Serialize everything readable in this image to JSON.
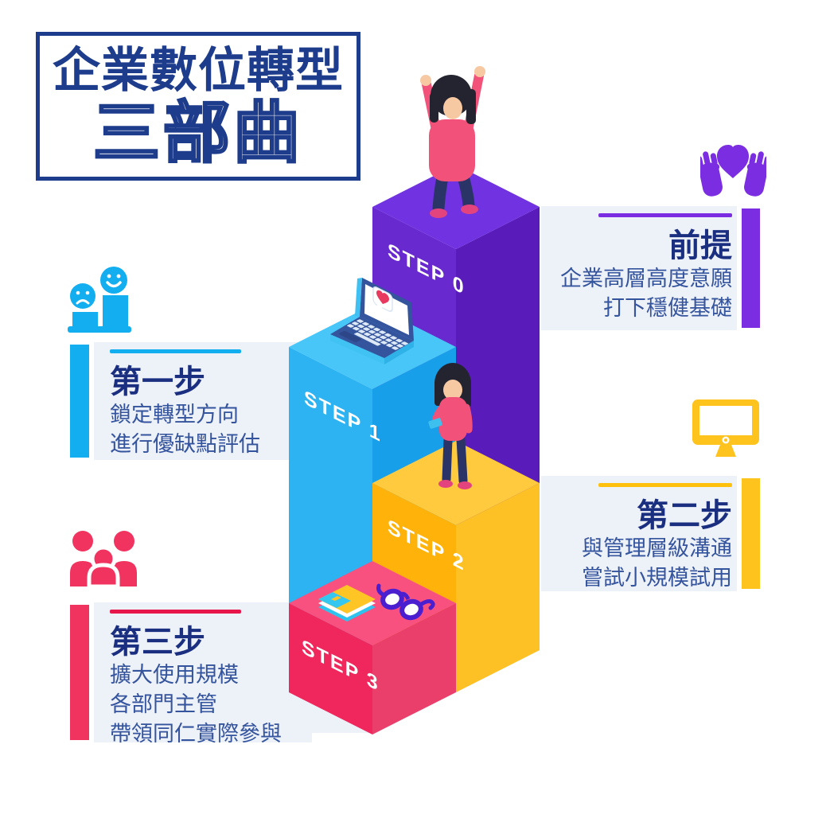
{
  "title": {
    "line1": "企業數位轉型",
    "line2": "三部曲"
  },
  "blocks": [
    {
      "label": "STEP 0",
      "color_top": "#7133E2",
      "color_left": "#6829CE",
      "color_right": "#591CBB"
    },
    {
      "label": "STEP 1",
      "color_top": "#49C6F8",
      "color_left": "#2DB3F2",
      "color_right": "#17A0E9"
    },
    {
      "label": "STEP 2",
      "color_top": "#FFCA3D",
      "color_left": "#FFB30A",
      "color_right": "#FEC125"
    },
    {
      "label": "STEP 3",
      "color_top": "#F8517F",
      "color_left": "#F0275C",
      "color_right": "#EA3E6B"
    }
  ],
  "sections": {
    "premise": {
      "heading": "前提",
      "lines": [
        "企業高層高度意願",
        "打下穩健基礎"
      ],
      "accent": "#7B2EE1",
      "icon": "hands-heart-icon"
    },
    "step1": {
      "heading": "第一步",
      "lines": [
        "鎖定轉型方向",
        "進行優缺點評估"
      ],
      "accent": "#12AEF0",
      "icon": "comparison-faces-icon"
    },
    "step2": {
      "heading": "第二步",
      "lines": [
        "與管理層級溝通",
        "嘗試小規模試用"
      ],
      "accent": "#FFC31D",
      "icon": "monitor-icon"
    },
    "step3": {
      "heading": "第三步",
      "lines": [
        "擴大使用規模",
        "各部門主管",
        "帶領同仁實際參與"
      ],
      "accent": "#F1335F",
      "icon": "team-icon"
    }
  },
  "text_colors": {
    "title": "#1E3C8C",
    "heading": "#1B2F80",
    "body": "#35549E",
    "step_label": "#FFFFFF"
  },
  "panel_background": "#EDF1F8"
}
